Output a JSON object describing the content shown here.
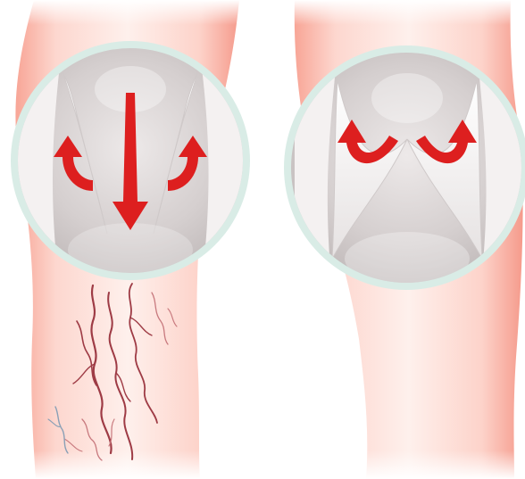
{
  "figure": {
    "panels": [
      {
        "id": "left",
        "state": "incompetent-valve",
        "arrows": [
          "curved-left",
          "down",
          "curved-right"
        ],
        "varicose_veins": true
      },
      {
        "id": "right",
        "state": "healthy-valve",
        "arrows": [
          "curved-left",
          "curved-right"
        ],
        "varicose_veins": false
      }
    ],
    "colors": {
      "skin_light": "#fde3de",
      "skin_edge": "#f59c8f",
      "ring": "#d9ece6",
      "valve_bg": "#d8d3d3",
      "valve_white": "#f4f1f1",
      "arrow_red": "#dd1f1f",
      "vein_dark": "#9e3b45",
      "vein_light": "#c8797e",
      "vein_blue": "#8aa0b6"
    }
  }
}
